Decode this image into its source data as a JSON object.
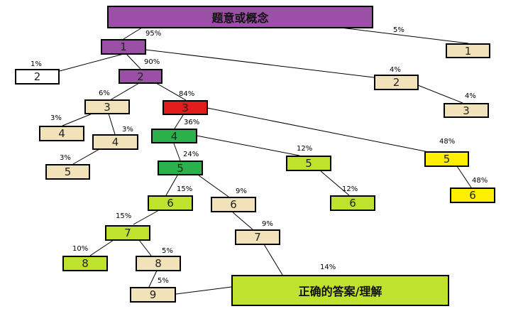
{
  "colors": {
    "purple": "#9b4fa6",
    "beige": "#f1e2b9",
    "white": "#ffffff",
    "red": "#e21b1b",
    "green": "#2bb14c",
    "lime": "#bfe22e",
    "yellow": "#ffee00"
  },
  "nodes": {
    "root": {
      "label": "题意或概念",
      "color": "purple"
    },
    "n1a": {
      "label": "1",
      "color": "purple"
    },
    "n1b": {
      "label": "1",
      "color": "beige"
    },
    "n2a": {
      "label": "2",
      "color": "white"
    },
    "n2b": {
      "label": "2",
      "color": "purple"
    },
    "n2c": {
      "label": "2",
      "color": "beige"
    },
    "n3a": {
      "label": "3",
      "color": "beige"
    },
    "n3b": {
      "label": "3",
      "color": "red"
    },
    "n3c": {
      "label": "3",
      "color": "beige"
    },
    "n4a": {
      "label": "4",
      "color": "beige"
    },
    "n4b": {
      "label": "4",
      "color": "beige"
    },
    "n4c": {
      "label": "4",
      "color": "green"
    },
    "n5a": {
      "label": "5",
      "color": "beige"
    },
    "n5b": {
      "label": "5",
      "color": "green"
    },
    "n5c": {
      "label": "5",
      "color": "lime"
    },
    "n5d": {
      "label": "5",
      "color": "yellow"
    },
    "n6a": {
      "label": "6",
      "color": "lime"
    },
    "n6b": {
      "label": "6",
      "color": "beige"
    },
    "n6c": {
      "label": "6",
      "color": "lime"
    },
    "n6d": {
      "label": "6",
      "color": "yellow"
    },
    "n7a": {
      "label": "7",
      "color": "lime"
    },
    "n7b": {
      "label": "7",
      "color": "beige"
    },
    "n8a": {
      "label": "8",
      "color": "lime"
    },
    "n8b": {
      "label": "8",
      "color": "beige"
    },
    "n9": {
      "label": "9",
      "color": "beige"
    },
    "final": {
      "label": "正确的答案/理解",
      "color": "lime"
    }
  },
  "percentages": {
    "p95": "95%",
    "p5": "5%",
    "p1": "1%",
    "p90": "90%",
    "p4a": "4%",
    "p4b": "4%",
    "p6": "6%",
    "p84": "84%",
    "p3a": "3%",
    "p3b": "3%",
    "p36": "36%",
    "p3c": "3%",
    "p48a": "48%",
    "p24": "24%",
    "p12a": "12%",
    "p48b": "48%",
    "p15a": "15%",
    "p9a": "9%",
    "p12b": "12%",
    "p15b": "15%",
    "p9b": "9%",
    "p10": "10%",
    "p5b": "5%",
    "p14": "14%",
    "p5c": "5%"
  }
}
